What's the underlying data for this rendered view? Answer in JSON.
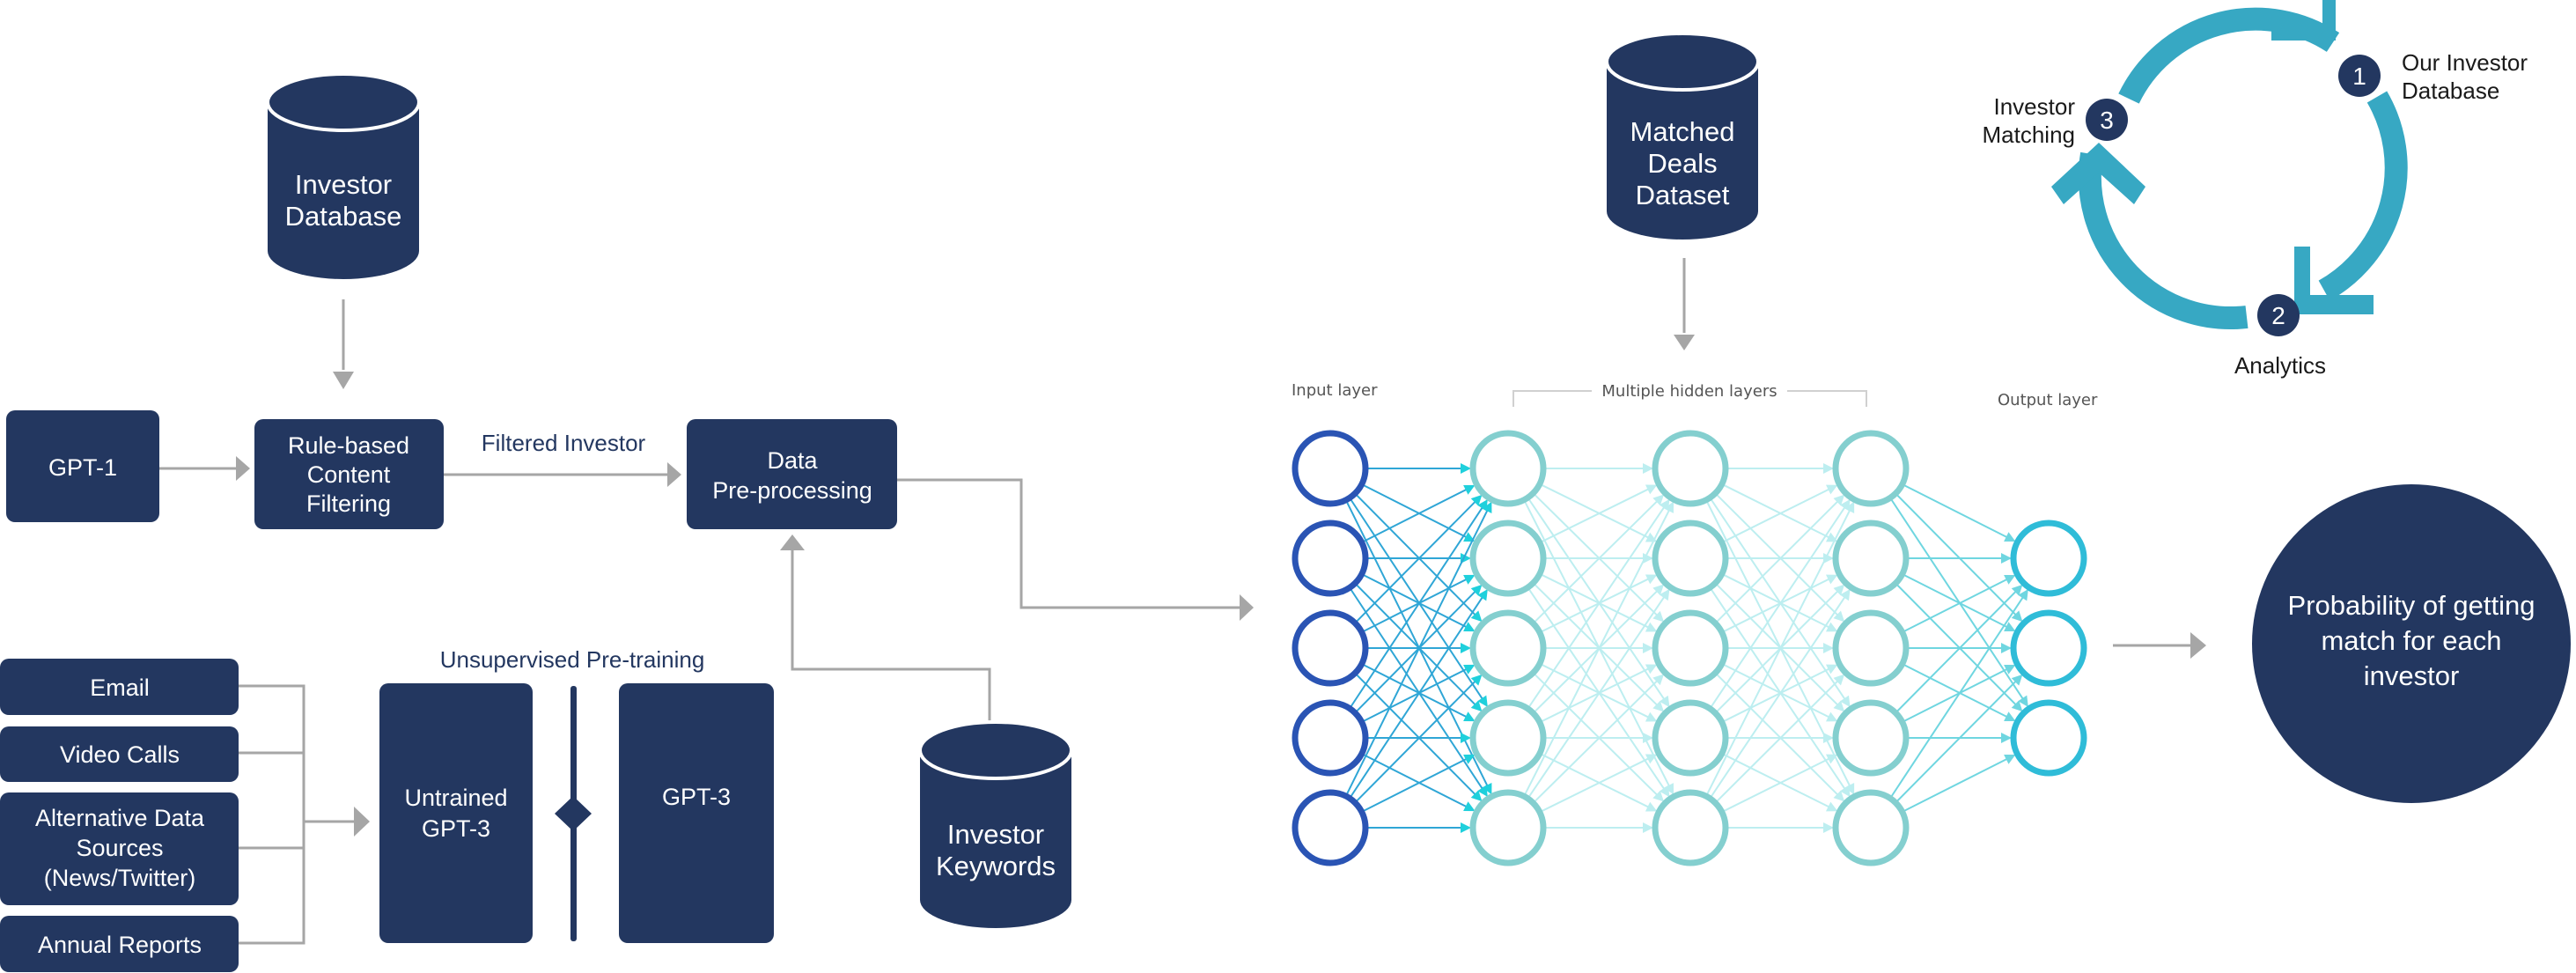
{
  "colors": {
    "navy": "#233760",
    "connector": "#a6a6a6",
    "cycle": "#37a8c3",
    "input_node": "#2a54b4",
    "hidden_node": "#84cfcf",
    "output_node": "#2fbcd8",
    "edge_cyan": "#1fd0dc"
  },
  "nodes": {
    "investor_database": [
      "Investor",
      "Database"
    ],
    "gpt1": "GPT-1",
    "rule_based": [
      "Rule-based",
      "Content",
      "Filtering"
    ],
    "filtered_investor": "Filtered Investor",
    "data_preprocessing": [
      "Data",
      "Pre-processing"
    ],
    "investor_keywords": [
      "Investor",
      "Keywords"
    ],
    "matched_deals": [
      "Matched",
      "Deals",
      "Dataset"
    ],
    "unsupervised_label": "Unsupervised Pre-training",
    "untrained_gpt3": [
      "Untrained",
      "GPT-3"
    ],
    "gpt3": "GPT-3",
    "sources": [
      {
        "lines": [
          "Email"
        ]
      },
      {
        "lines": [
          "Video Calls"
        ]
      },
      {
        "lines": [
          "Alternative Data",
          "Sources",
          "(News/Twitter)"
        ]
      },
      {
        "lines": [
          "Annual Reports"
        ]
      }
    ],
    "probability": [
      "Probability of getting",
      "match for each",
      "investor"
    ]
  },
  "neural_net": {
    "input_label": "Input layer",
    "hidden_label": "Multiple hidden layers",
    "output_label": "Output layer",
    "layer_sizes": [
      5,
      5,
      5,
      5,
      3
    ]
  },
  "cycle": {
    "steps": [
      {
        "number": "1",
        "label": [
          "Our Investor",
          "Database"
        ]
      },
      {
        "number": "2",
        "label": [
          "Analytics"
        ]
      },
      {
        "number": "3",
        "label": [
          "Investor",
          "Matching"
        ]
      }
    ]
  }
}
